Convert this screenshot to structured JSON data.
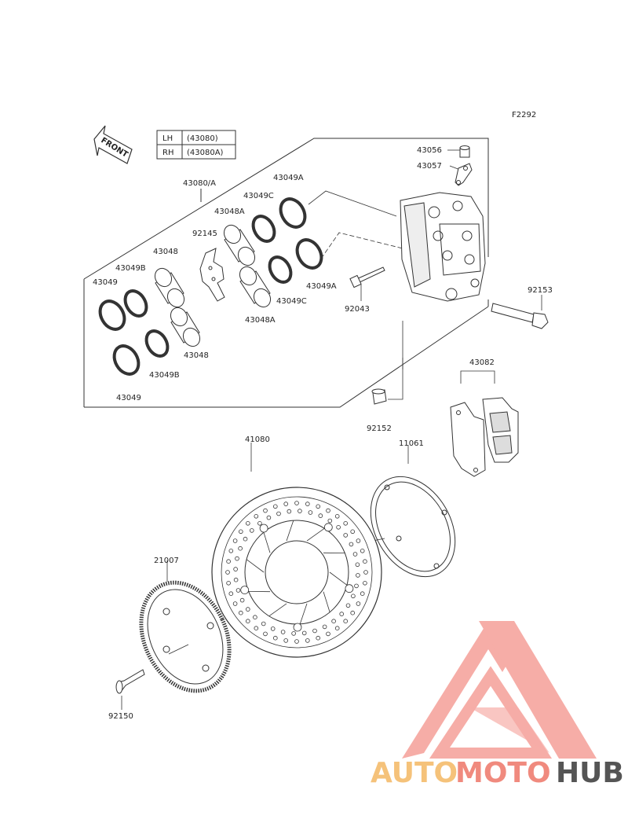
{
  "figure_code": "F2292",
  "front_label": "FRONT",
  "variant_table": [
    {
      "side": "LH",
      "part": "(43080)"
    },
    {
      "side": "RH",
      "part": "(43080A)"
    }
  ],
  "parts": {
    "p43080": "43080/A",
    "p43049A_top": "43049A",
    "p43049C_top": "43049C",
    "p43048A_top": "43048A",
    "p92145": "92145",
    "p43048_top": "43048",
    "p43049B_top": "43049B",
    "p43049_top": "43049",
    "p43048_bot": "43048",
    "p43049B_bot": "43049B",
    "p43049_bot": "43049",
    "p43048A_bot": "43048A",
    "p43049C_bot": "43049C",
    "p43049A_bot": "43049A",
    "p43056": "43056",
    "p43057": "43057",
    "p92043": "92043",
    "p92153": "92153",
    "p43082": "43082",
    "p92152": "92152",
    "p41080": "41080",
    "p11061": "11061",
    "p21007": "21007",
    "p92150": "92150"
  },
  "watermark": {
    "part1": "AUTO",
    "part2": "MOTO",
    "part3": "HUB",
    "color1": "#f5c27a",
    "color2": "#f08a7e",
    "color3": "#555555",
    "logo_color": "#f07a70"
  }
}
